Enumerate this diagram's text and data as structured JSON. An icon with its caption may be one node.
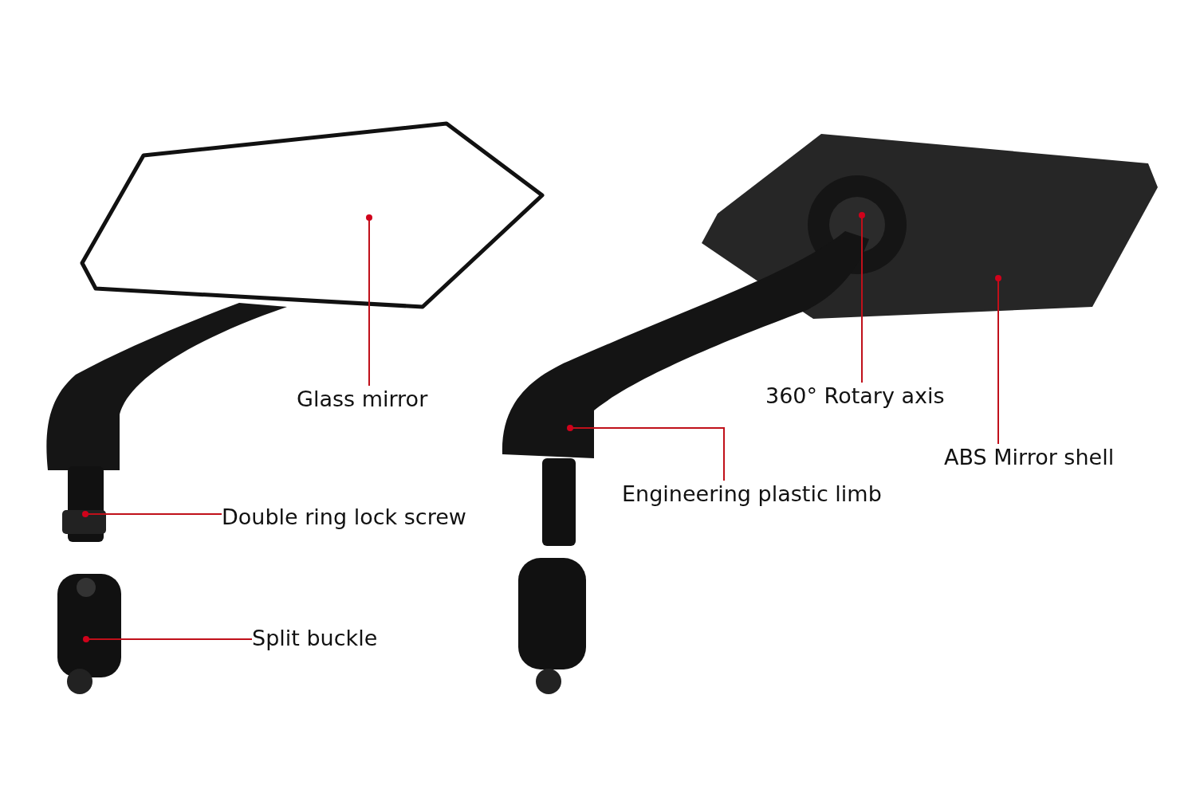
{
  "diagram": {
    "nodes": [
      {
        "text": [
          "Glass mirror"
        ]
      },
      {
        "text": [
          "Double ring lock screw"
        ]
      },
      {
        "text": [
          "Split buckle"
        ]
      },
      {
        "text": [
          "360° Rotary axis"
        ]
      },
      {
        "text": [
          "Engineering plastic limb"
        ]
      },
      {
        "text": [
          "ABS Mirror shell"
        ]
      }
    ],
    "edges": [
      {
        "from": 0,
        "to": null,
        "arrow": "other"
      },
      {
        "from": 1,
        "to": null,
        "arrow": "other"
      },
      {
        "from": 2,
        "to": null,
        "arrow": "other"
      },
      {
        "from": 3,
        "to": null,
        "arrow": "other"
      },
      {
        "from": 4,
        "to": null,
        "arrow": "other"
      },
      {
        "from": 5,
        "to": null,
        "arrow": "other"
      }
    ]
  }
}
